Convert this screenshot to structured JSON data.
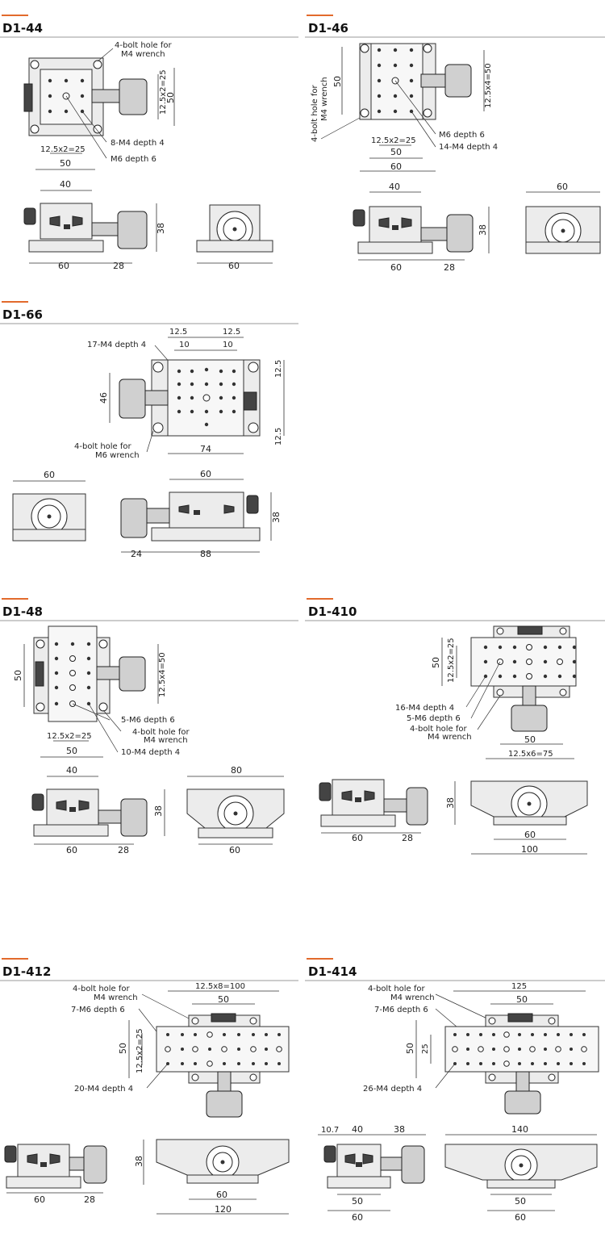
{
  "sections": {
    "d1_44": {
      "title": "D1-44",
      "top": {
        "bolt_note_1": "4-bolt hole for",
        "bolt_note_2": "M4 wrench",
        "m4_note": "8-M4 depth 4",
        "m6_note": "M6 depth 6",
        "dim_pitch_v": "12.5x2=25",
        "dim_50_v": "50",
        "dim_pitch_h": "12.5x2=25",
        "dim_50_h": "50"
      },
      "side": {
        "dim_40": "40",
        "dim_38": "38",
        "dim_60": "60",
        "dim_28": "28"
      },
      "front": {
        "dim_60": "60"
      }
    },
    "d1_46": {
      "title": "D1-46",
      "top": {
        "bolt_note_1": "4-bolt hole for",
        "bolt_note_2": "M4 wrench",
        "m6_note": "M6 depth 6",
        "m4_note": "14-M4 depth 4",
        "dim_50_v": "50",
        "dim_pitch_v": "12.5x4=50",
        "dim_pitch_h": "12.5x2=25",
        "dim_50_h": "50",
        "dim_60_h": "60"
      },
      "side": {
        "dim_40": "40",
        "dim_38": "38",
        "dim_60": "60",
        "dim_28": "28"
      },
      "front": {
        "dim_60": "60"
      }
    },
    "d1_66": {
      "title": "D1-66",
      "top": {
        "m4_note": "17-M4 depth 4",
        "dim_125_a": "12.5",
        "dim_125_b": "12.5",
        "dim_10_a": "10",
        "dim_10_b": "10",
        "dim_125_r1": "12.5",
        "dim_125_r2": "12.5",
        "dim_46": "46",
        "dim_74": "74",
        "bolt_note_1": "4-bolt hole for",
        "bolt_note_2": "M6 wrench"
      },
      "front": {
        "dim_60": "60"
      },
      "side": {
        "dim_60": "60",
        "dim_38": "38",
        "dim_24": "24",
        "dim_88": "88"
      }
    },
    "d1_48": {
      "title": "D1-48",
      "top": {
        "dim_50_v": "50",
        "dim_pitch_v": "12.5x4=50",
        "m6_note": "5-M6 depth 6",
        "bolt_note_1": "4-bolt hole for",
        "bolt_note_2": "M4 wrench",
        "m4_note": "10-M4 depth 4",
        "dim_pitch_h": "12.5x2=25",
        "dim_50_h": "50"
      },
      "side": {
        "dim_40": "40",
        "dim_38": "38",
        "dim_60": "60",
        "dim_28": "28"
      },
      "front": {
        "dim_80": "80",
        "dim_60": "60"
      }
    },
    "d1_410": {
      "title": "D1-410",
      "top": {
        "dim_50_v": "50",
        "dim_pitch_v": "12.5x2=25",
        "m4_note": "16-M4 depth 4",
        "m6_note": "5-M6 depth 6",
        "bolt_note_1": "4-bolt hole for",
        "bolt_note_2": "M4 wrench",
        "dim_50_h": "50",
        "dim_pitch_h": "12.5x6=75"
      },
      "side": {
        "dim_60": "60",
        "dim_28": "28",
        "dim_38": "38"
      },
      "front": {
        "dim_60": "60",
        "dim_100": "100"
      }
    },
    "d1_412": {
      "title": "D1-412",
      "top": {
        "bolt_note_1": "4-bolt hole for",
        "bolt_note_2": "M4 wrench",
        "m6_note": "7-M6 depth 6",
        "dim_pitch_h": "12.5x8=100",
        "dim_50_h": "50",
        "dim_50_v": "50",
        "dim_pitch_v": "12.5x2=25",
        "m4_note": "20-M4 depth 4"
      },
      "side": {
        "dim_60": "60",
        "dim_28": "28"
      },
      "front": {
        "dim_38": "38",
        "dim_60": "60",
        "dim_120": "120"
      }
    },
    "d1_414": {
      "title": "D1-414",
      "top": {
        "bolt_note_1": "4-bolt hole for",
        "bolt_note_2": "M4 wrench",
        "m6_note": "7-M6 depth 6",
        "dim_125": "125",
        "dim_50_h": "50",
        "dim_50_v": "50",
        "dim_25_v": "25",
        "m4_note": "26-M4 depth 4"
      },
      "side": {
        "dim_107": "10.7",
        "dim_40": "40",
        "dim_38": "38",
        "dim_50": "50",
        "dim_60": "60"
      },
      "front": {
        "dim_140": "140",
        "dim_50": "50",
        "dim_60": "60"
      }
    }
  },
  "colors": {
    "accent": "#e26a2c",
    "line": "#333333",
    "fill": "#ececec"
  }
}
